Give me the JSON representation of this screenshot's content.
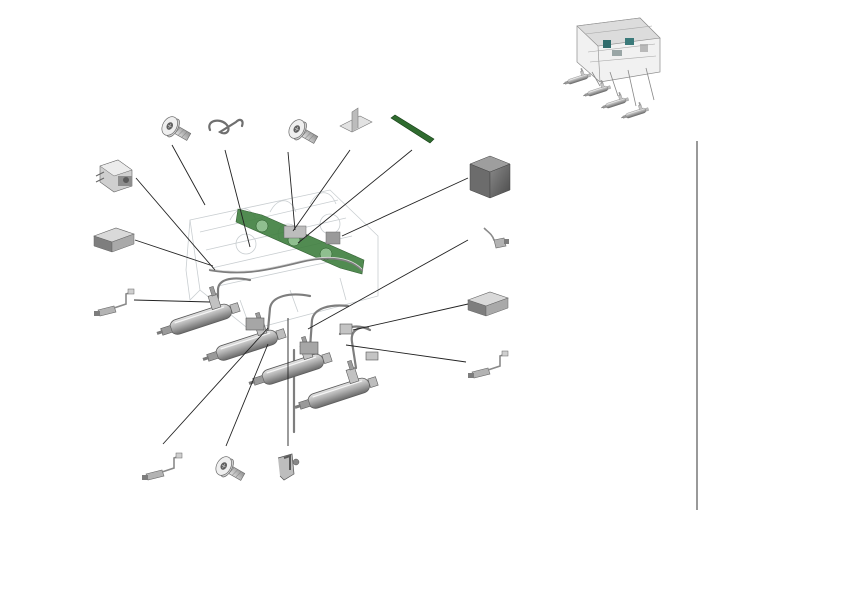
{
  "figure": {
    "parts": [
      {
        "id": "screw-top-left",
        "icon": "torx-screw-icon"
      },
      {
        "id": "spring-clip",
        "icon": "spring-clip-icon"
      },
      {
        "id": "screw-top-right",
        "icon": "torx-screw-icon"
      },
      {
        "id": "small-bracket",
        "icon": "bracket-icon"
      },
      {
        "id": "green-gasket-strip",
        "icon": "gasket-strip-icon"
      },
      {
        "id": "grey-cube-module",
        "icon": "cube-module-icon"
      },
      {
        "id": "actuator-bracket",
        "icon": "actuator-icon"
      },
      {
        "id": "flat-block-left",
        "icon": "block-icon"
      },
      {
        "id": "sensor-left",
        "icon": "sensor-icon"
      },
      {
        "id": "sensor-right-top",
        "icon": "sensor-icon"
      },
      {
        "id": "flat-block-right",
        "icon": "block-icon"
      },
      {
        "id": "sensor-right-bottom",
        "icon": "sensor-icon"
      },
      {
        "id": "sensor-bottom",
        "icon": "sensor-icon"
      },
      {
        "id": "screw-bottom",
        "icon": "torx-screw-icon"
      },
      {
        "id": "clamp-bottom",
        "icon": "clamp-icon"
      }
    ],
    "colors": {
      "part_grey": "#a9a9a9",
      "part_light": "#d4d4d4",
      "gasket_green": "#2f6b2f",
      "ghost_outline": "#c9ced1",
      "leader": "#222222"
    }
  }
}
